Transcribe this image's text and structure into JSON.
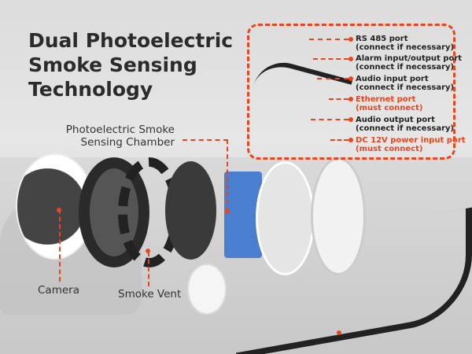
{
  "title": "Dual Photoelectric\nSmoke Sensing\nTechnology",
  "callouts": {
    "chamber": "Photoelectric Smoke\nSensing Chamber",
    "camera": "Camera",
    "smoke_vent": "Smoke Vent"
  },
  "ports": [
    {
      "name": "RS 485 port",
      "note": "(connect if necessary)",
      "required": false
    },
    {
      "name": "Alarm input/output port",
      "note": "(connect if necessary)",
      "required": false
    },
    {
      "name": "Audio input port",
      "note": "(connect if necessary)",
      "required": false
    },
    {
      "name": "Ethernet port",
      "note": "(must connect)",
      "required": true
    },
    {
      "name": "Audio output port",
      "note": "(connect if necessary)",
      "required": false
    },
    {
      "name": "DC 12V power input port",
      "note": "(must connect)",
      "required": true
    }
  ],
  "colors": {
    "accent": "#e8461e",
    "text": "#2b2b2b"
  }
}
